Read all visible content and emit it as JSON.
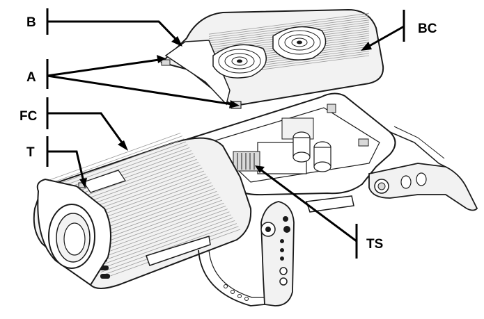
{
  "colors": {
    "ink": "#000000",
    "line": "#1a1a1a",
    "metal_light": "#f2f2f2",
    "metal_mid": "#d9d9d9",
    "rib": "#9a9a9a",
    "background": "#ffffff"
  },
  "callouts": {
    "b": {
      "label": "B"
    },
    "bc": {
      "label": "BC"
    },
    "a": {
      "label": "A"
    },
    "fc": {
      "label": "FC"
    },
    "t": {
      "label": "T"
    },
    "ts": {
      "label": "TS"
    }
  }
}
